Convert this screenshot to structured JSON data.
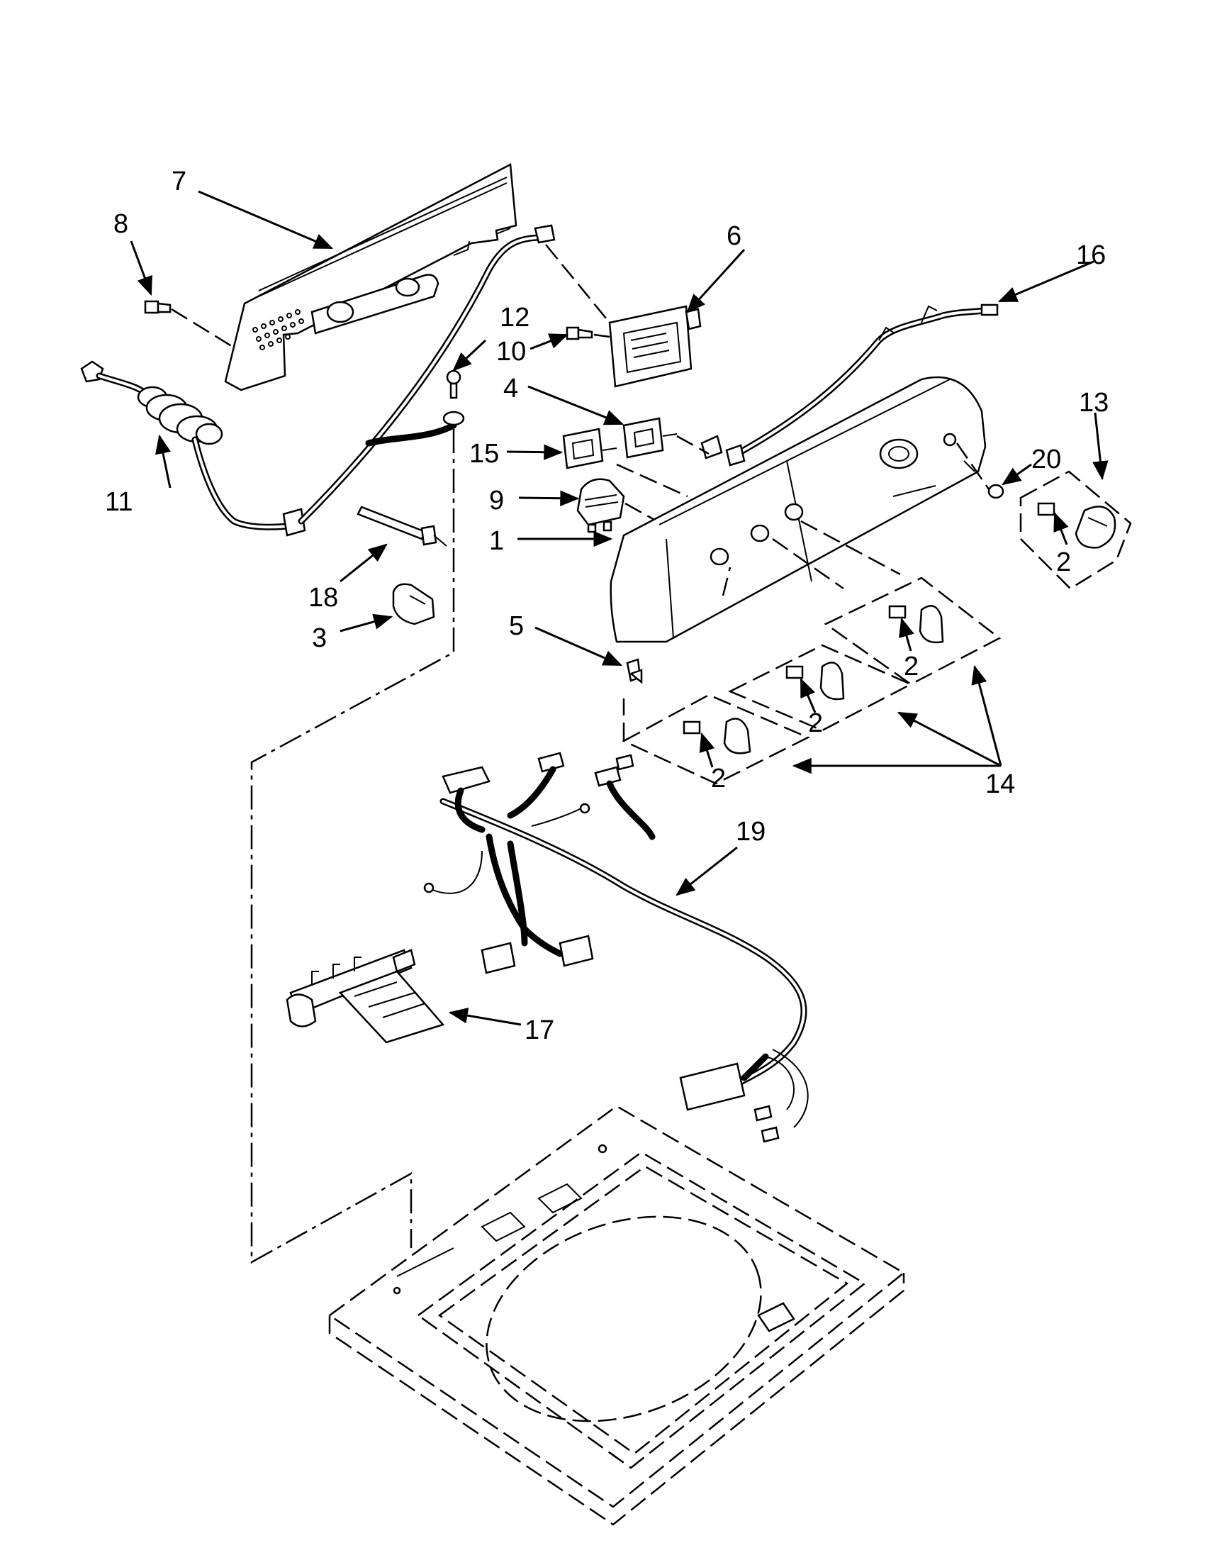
{
  "labels": {
    "l1": "1",
    "l2a": "2",
    "l2b": "2",
    "l2c": "2",
    "l2d": "2",
    "l3": "3",
    "l4": "4",
    "l5": "5",
    "l6": "6",
    "l7": "7",
    "l8": "8",
    "l9": "9",
    "l10": "10",
    "l11": "11",
    "l12": "12",
    "l13": "13",
    "l14": "14",
    "l15": "15",
    "l16": "16",
    "l17": "17",
    "l18": "18",
    "l19": "19",
    "l20": "20"
  },
  "colors": {
    "ink": "#000000",
    "paper": "#ffffff"
  }
}
